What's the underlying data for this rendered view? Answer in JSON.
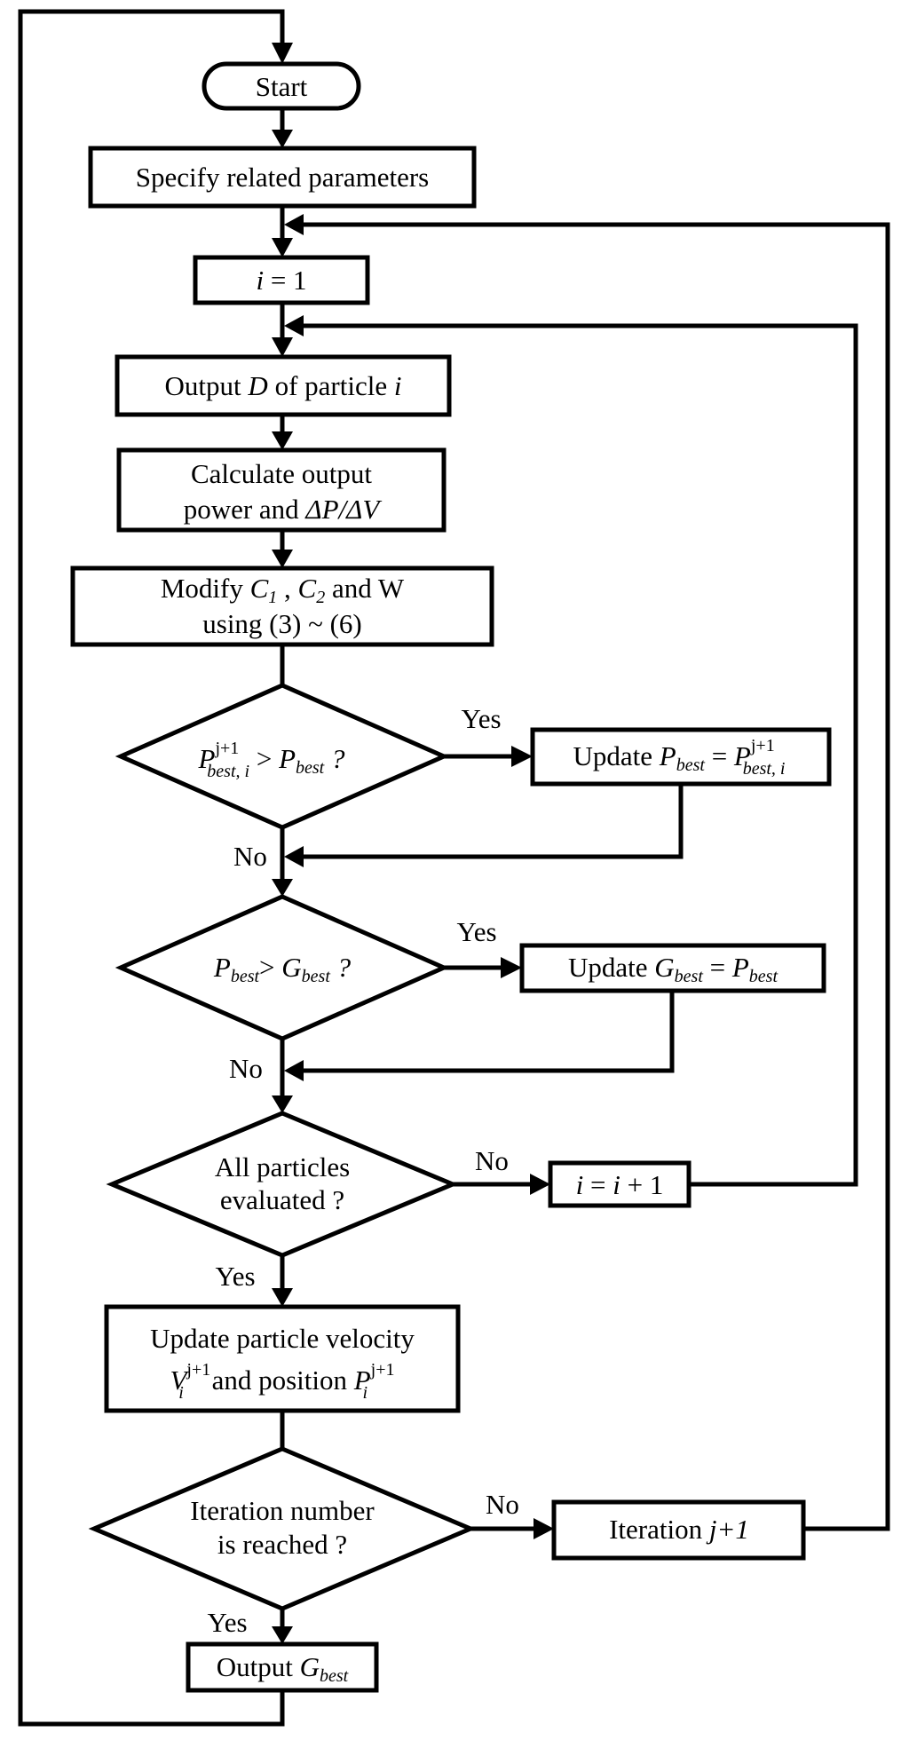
{
  "flowchart": {
    "start": "Start",
    "specify": "Specify related parameters",
    "init_i": {
      "var": "i",
      "eq": " = 1"
    },
    "output_d": {
      "pre": "Output ",
      "var_d": "D",
      "mid": " of particle ",
      "var_i": "i"
    },
    "calc": {
      "line1": "Calculate output",
      "line2_pre": "power and ",
      "line2_var": "ΔP/ΔV"
    },
    "modify": {
      "pre": "Modify ",
      "c1": "C",
      "c1_sub": "1",
      "comma": " , ",
      "c2": "C",
      "c2_sub": "2",
      "post": " and W",
      "line2": "using (3) ~ (6)"
    },
    "decision1": {
      "p": "P",
      "sup": "j+1",
      "sub": "best, i",
      "op": " > ",
      "p2": "P",
      "sub2": "best",
      "q": " ?",
      "yes": "Yes",
      "no": "No"
    },
    "update_pbest": {
      "pre": "Update ",
      "p": "P",
      "sub": "best",
      "eq": " =  ",
      "p2": "P",
      "sup2": "j+1",
      "sub2": "best, i"
    },
    "decision2": {
      "p": "P",
      "sub": "best",
      "op": "> ",
      "g": "G",
      "sub2": "best",
      "q": " ?",
      "yes": "Yes",
      "no": "No"
    },
    "update_gbest": {
      "pre": "Update ",
      "g": "G",
      "sub": "best",
      "eq": " = ",
      "p": "P",
      "sub2": "best"
    },
    "decision3": {
      "line1": "All particles",
      "line2": "evaluated ?",
      "no": "No",
      "yes": "Yes"
    },
    "increment_i": {
      "v1": "i",
      "eq": "  =  ",
      "v2": "i",
      "plus": " + 1"
    },
    "update_velocity": {
      "line1": "Update particle velocity",
      "v": "V",
      "v_sup": "j+1",
      "v_sub": "i",
      "mid": " and position ",
      "p": "P",
      "p_sup": "j+1",
      "p_sub": "i"
    },
    "decision4": {
      "line1": "Iteration number",
      "line2": "is reached ?",
      "no": "No",
      "yes": "Yes"
    },
    "iteration": {
      "pre": "Iteration  ",
      "var": "j+1"
    },
    "output_g": {
      "pre": "Output ",
      "g": "G",
      "sub": "best"
    }
  }
}
